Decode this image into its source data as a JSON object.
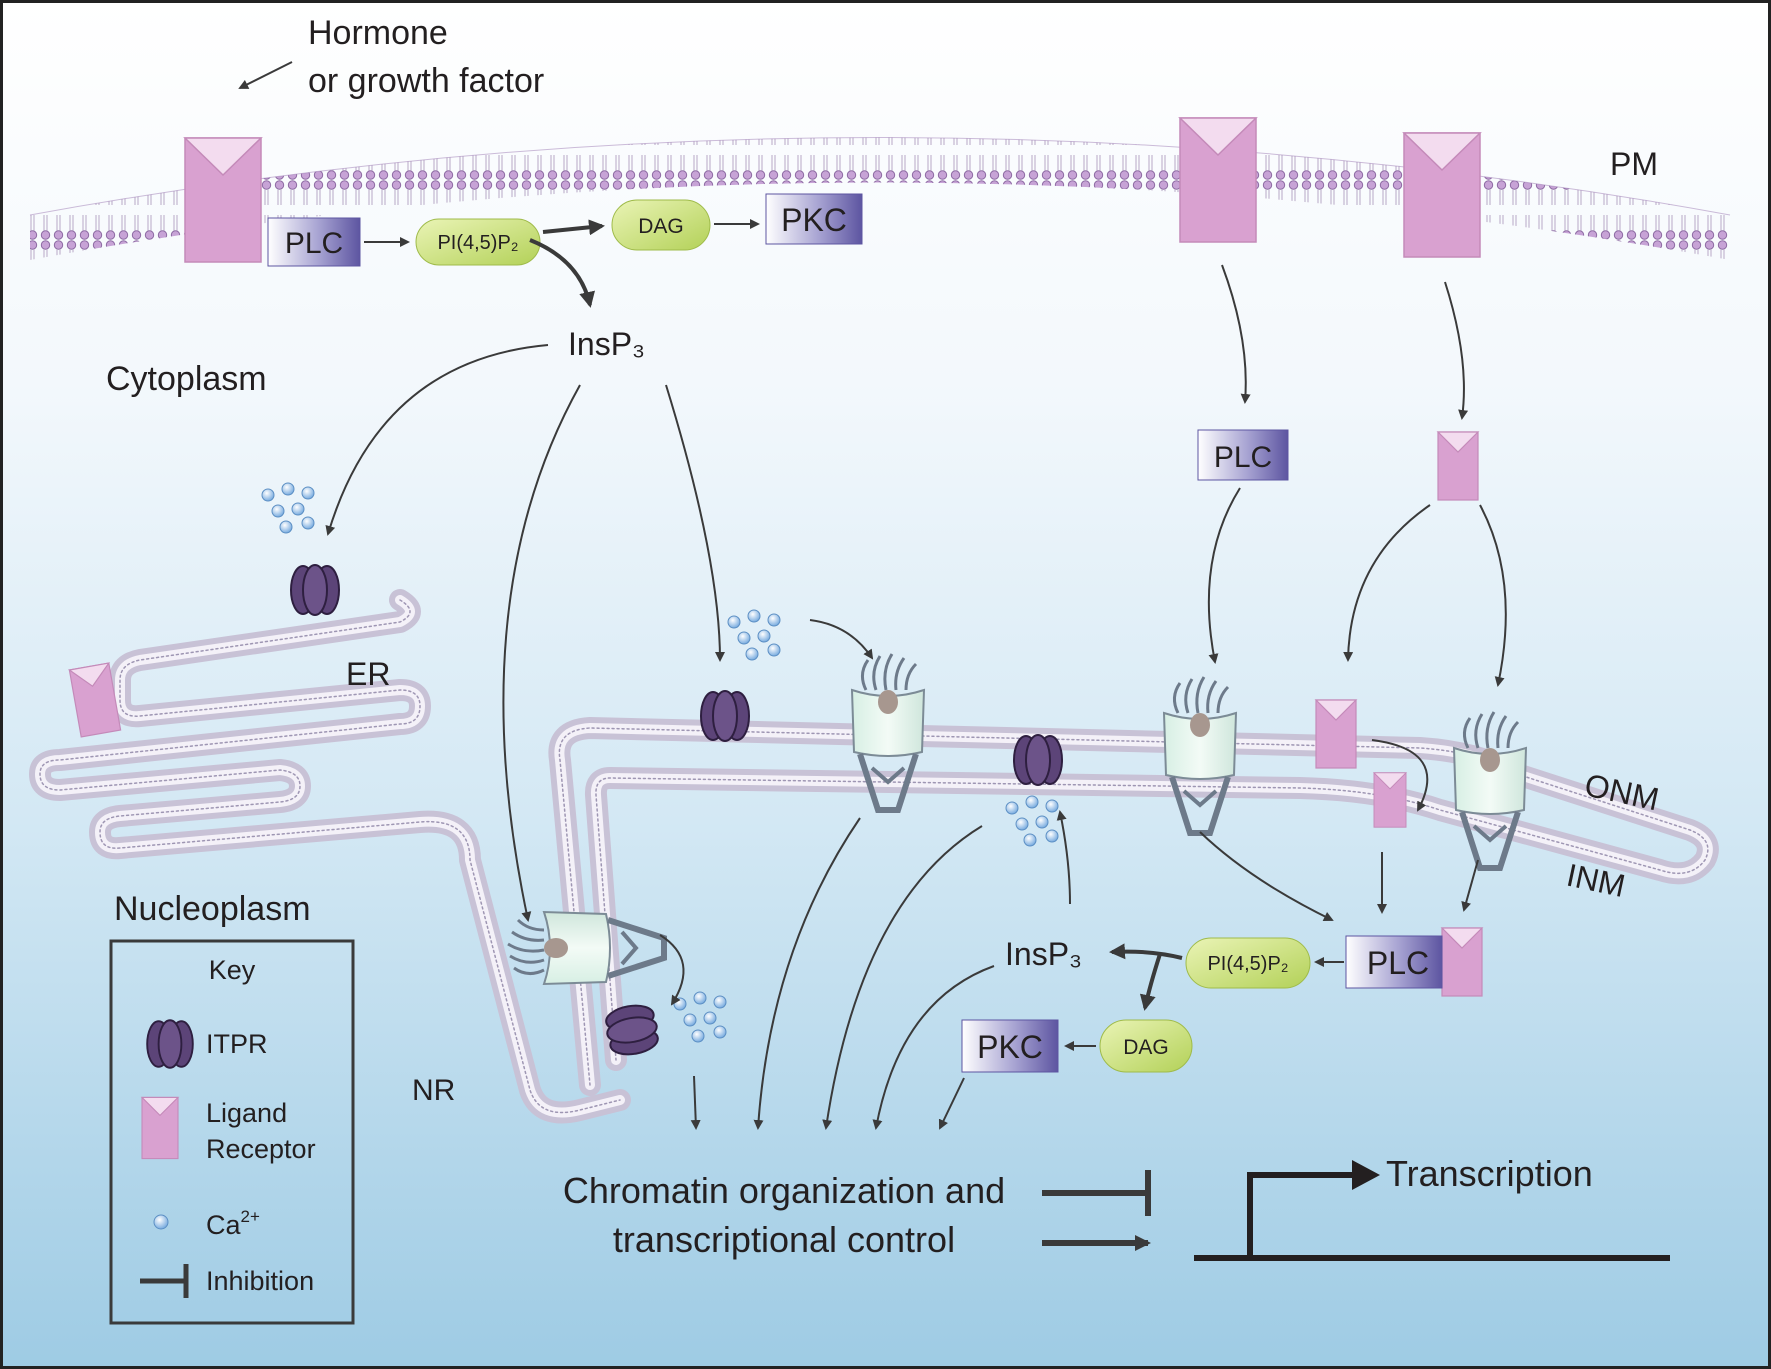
{
  "labels": {
    "hormone_line1": "Hormone",
    "hormone_line2": "or growth factor",
    "pm": "PM",
    "cytoplasm": "Cytoplasm",
    "er": "ER",
    "nucleoplasm": "Nucleoplasm",
    "nr": "NR",
    "onm": "ONM",
    "inm": "INM",
    "insp3_top": "InsP₃",
    "insp3_nuclear": "InsP₃",
    "plc_pm": "PLC",
    "plc_cyto": "PLC",
    "plc_nuclear": "PLC",
    "pip2_pm": "PI(4,5)P₂",
    "pip2_nuclear": "PI(4,5)P₂",
    "dag_pm": "DAG",
    "dag_nuclear": "DAG",
    "pkc_pm": "PKC",
    "pkc_nuclear": "PKC",
    "chromatin_line1": "Chromatin organization and",
    "chromatin_line2": "transcriptional control",
    "transcription": "Transcription"
  },
  "key": {
    "title": "Key",
    "itpr": "ITPR",
    "ligand_receptor_line1": "Ligand",
    "ligand_receptor_line2": "Receptor",
    "calcium": "Ca",
    "calcium_sup": "2+",
    "inhibition": "Inhibition"
  },
  "colors": {
    "receptor": "#d9a1d0",
    "itpr": "#5c4478",
    "pip2_dag": "#c2d96c",
    "plc_pkc": "#6f69ad",
    "calcium": "#7fb0e0",
    "membrane": "#b3aac6",
    "arrow": "#3a3a3a"
  }
}
